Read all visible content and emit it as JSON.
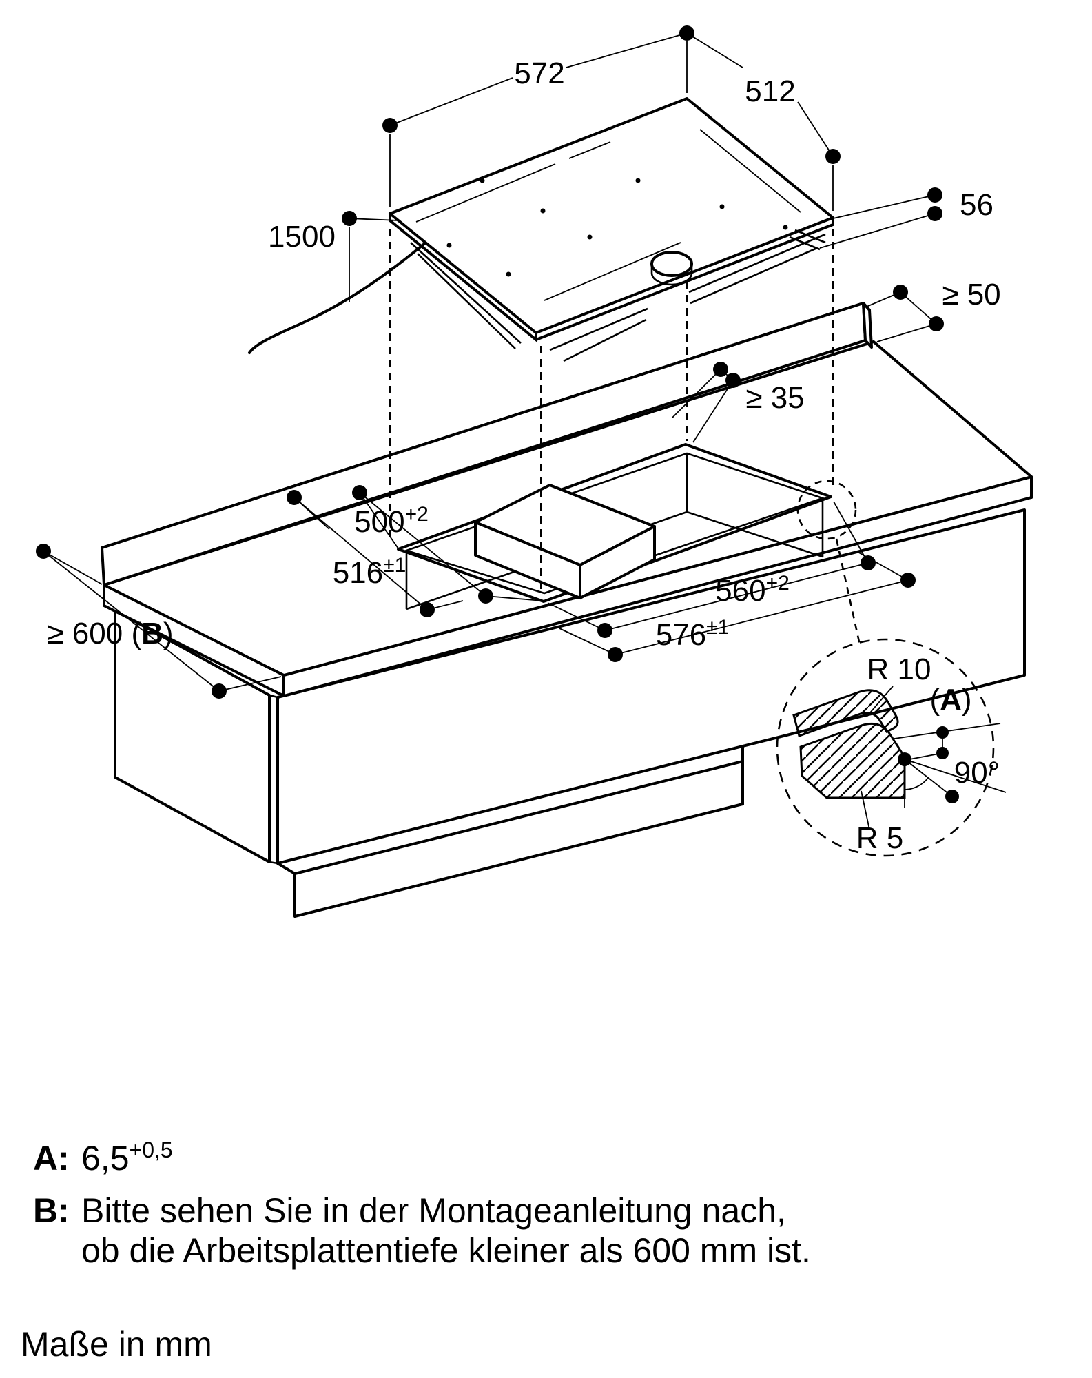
{
  "page": {
    "background": "#ffffff",
    "line_color": "#000000"
  },
  "dimensions": {
    "top_width": {
      "value": "572"
    },
    "top_depth": {
      "value": "512"
    },
    "cable_length": {
      "value": "1500"
    },
    "hob_total_height": {
      "value": "56"
    },
    "min_rear_clearance": {
      "value": "≥ 50"
    },
    "min_side_clearance": {
      "value": "≥ 35"
    },
    "cutout_depth": {
      "base": "500",
      "sup": "+2"
    },
    "hob_depth": {
      "base": "516",
      "sup": "±1"
    },
    "cutout_width": {
      "base": "560",
      "sup": "+2"
    },
    "hob_width": {
      "base": "576",
      "sup": "±1"
    },
    "worktop_depth": {
      "pre": "≥ 600 (",
      "bold": "B",
      "post": ")"
    }
  },
  "detail": {
    "radius_top": "R 10",
    "label_a_open": "(",
    "label_a_bold": "A",
    "label_a_close": ")",
    "angle": "90°",
    "radius_bottom": "R 5"
  },
  "footnotes": {
    "a_key": "A:",
    "a_value": "6,5",
    "a_sup": "+0,5",
    "b_key": "B:",
    "b_line1": "Bitte sehen Sie in der Montageanleitung nach,",
    "b_line2": "ob die Arbeitsplattentiefe kleiner als 600 mm ist."
  },
  "units_note": "Maße in mm"
}
